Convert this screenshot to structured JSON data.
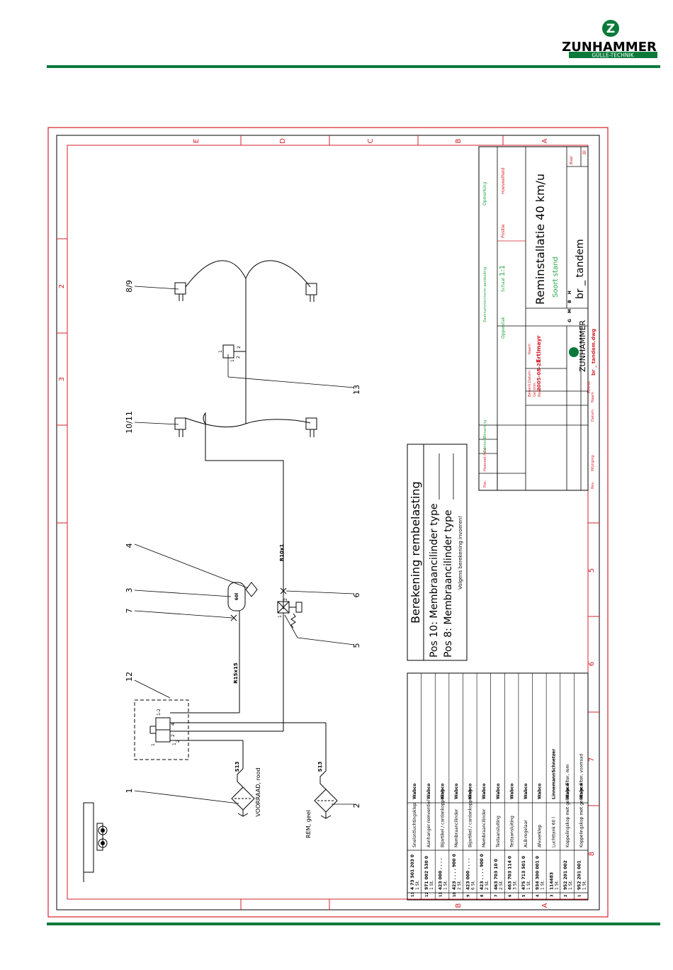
{
  "brand": {
    "name": "ZUNHAMMER",
    "tagline": "GÜLLE-TECHNIK",
    "logo_letter": "Z"
  },
  "colors": {
    "brand_green": "#0a7a3a",
    "frame_red": "#d4202a",
    "field_green": "#2aa84a",
    "line": "#000000"
  },
  "frame": {
    "columns_top": [
      "E",
      "D",
      "C",
      "B",
      "A"
    ],
    "columns_bottom": [
      "B",
      "A"
    ],
    "rows": [
      "2",
      "3",
      "5",
      "6",
      "7",
      "8"
    ]
  },
  "diagram": {
    "callouts": [
      "8/9",
      "10/11",
      "13",
      "4",
      "3",
      "7",
      "6",
      "5",
      "12",
      "1",
      "2"
    ],
    "pipe_labels": [
      "R10x1",
      "R15x15",
      "S13",
      "S13"
    ],
    "component_labels": [
      "60l"
    ],
    "connection_labels": [
      "VOORRAAD, rood",
      "REM, geel"
    ],
    "port_labels": [
      "1",
      "2",
      "1",
      "2",
      "1",
      "4",
      "2",
      "1-2",
      "1",
      "1",
      "2",
      "2"
    ]
  },
  "calc_box": {
    "title": "Berekening rembelasting",
    "line1": "Pos 10: Membraancilinder type",
    "line2": "Pos   8: Membraancilinder type",
    "note": "Volgens berekening invoeren!"
  },
  "parts_list": [
    {
      "pos": "13",
      "code": "4 73 501 203 0",
      "qty": "1 St.",
      "desc": "Snelontluchtingsklep",
      "maker": "Wabco"
    },
    {
      "pos": "12",
      "code": "971 002 530 0",
      "qty": "1 St.",
      "desc": "Aanhanger remventiel",
      "maker": "Wabco"
    },
    {
      "pos": "11",
      "code": "423 000 . . . .",
      "qty": "1 St.",
      "desc": "Bijartikel / cardankoppeling",
      "maker": "Wabco"
    },
    {
      "pos": "10",
      "code": "423 . . . . 900 0",
      "qty": "2 St.",
      "desc": "Membraancilinder",
      "maker": "Wabco"
    },
    {
      "pos": "9",
      "code": "423 000 . . . .",
      "qty": "6 St.",
      "desc": "Bijartikel / cardankoppeling",
      "maker": "Wabco"
    },
    {
      "pos": "8",
      "code": "423 . . . . 900 0",
      "qty": "2 St.",
      "desc": "Membraancilinder",
      "maker": "Wabco"
    },
    {
      "pos": "7",
      "code": "463 703 10 0",
      "qty": "2 St.",
      "desc": "Testaansluiting",
      "maker": "Wabco"
    },
    {
      "pos": "6",
      "code": "463 703 114 0",
      "qty": "3 St.",
      "desc": "Testaansluiting",
      "maker": "Wabco"
    },
    {
      "pos": "5",
      "code": "475 713 501 0",
      "qty": "1 St.",
      "desc": "ALB-regelaar",
      "maker": "Wabco"
    },
    {
      "pos": "4",
      "code": "934 300 001 0",
      "qty": "1 St.",
      "desc": "Afvoerklep",
      "maker": "Wabco"
    },
    {
      "pos": "3",
      "code": "114483",
      "qty": "1 St.",
      "desc": "Luchttank 60 l",
      "maker": "LinnemannSchnetzer"
    },
    {
      "pos": "2",
      "code": "952 201 002",
      "qty": "1 St.",
      "desc": "Koppelingskop met geïntegr. filter, rem",
      "maker": "Wabco"
    },
    {
      "pos": "1",
      "code": "952 201 001",
      "qty": "1 St.",
      "desc": "Koppelingskop met geïntegr. filter, voorraad",
      "maker": "Wabco"
    }
  ],
  "title_block": {
    "header_labels": [
      "Opmerking",
      "Hoeveelheid",
      "Positie",
      "Zaaknummer/norm-aanduiding",
      "Oppervlak",
      "Schaal"
    ],
    "scale": "1:1",
    "title": "Reminstallatie 40 km/u",
    "subtitle": "Soort stand",
    "drawing_name": "br _ tandem",
    "labels_left": [
      "Bewerk.",
      "Gecontr.",
      "Norm",
      "Datum",
      "Naam"
    ],
    "date": "2005-08-25",
    "author": "Ertlmayr",
    "edv_label": "EDV-Nr.",
    "edv_file": "br _ tandem.dwg",
    "blad_label": "Blad",
    "blad_value": "Bl",
    "company": "ZUNHAMMER",
    "company_side": "G M B H",
    "rev_labels": [
      "Rev.",
      "Wijziging",
      "Datum",
      "Naam"
    ],
    "list_header": [
      "Pos.",
      "Hoeveel-heid",
      "Eenheid",
      "Benaming"
    ]
  }
}
